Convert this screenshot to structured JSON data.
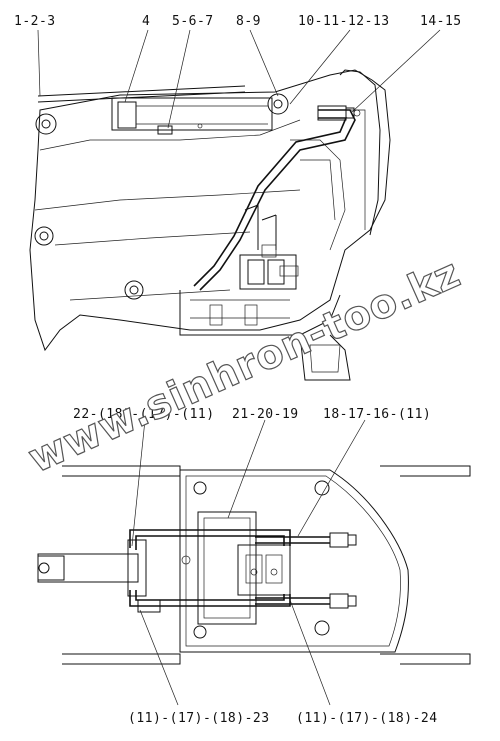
{
  "top_view": {
    "callouts": [
      "1-2-3",
      "4",
      "5-6-7",
      "8-9",
      "10-11-12-13",
      "14-15"
    ]
  },
  "bottom_view": {
    "callouts_top": [
      "22-(18)-(17)-(11)",
      "21-20-19",
      "18-17-16-(11)"
    ],
    "callouts_bottom": [
      "(11)-(17)-(18)-23",
      "(11)-(17)-(18)-24"
    ]
  },
  "watermark": "www.sinhron-too.kz"
}
